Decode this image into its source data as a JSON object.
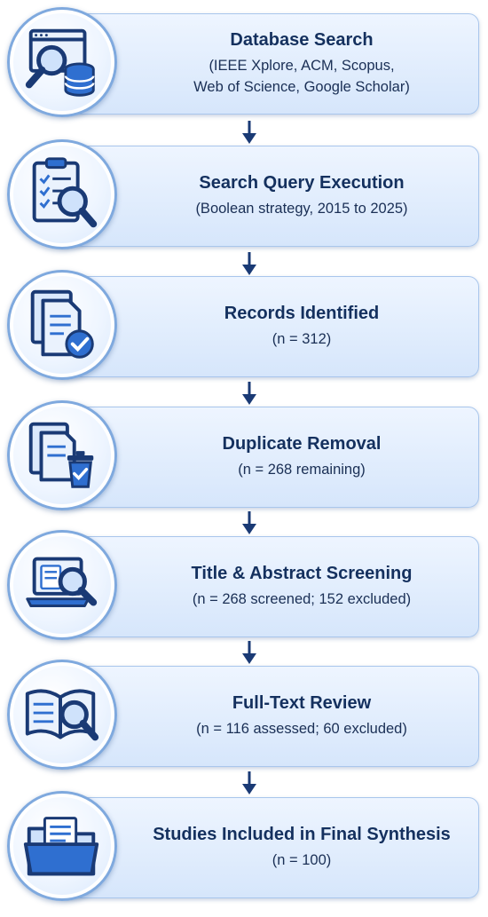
{
  "steps": [
    {
      "title": "Database Search",
      "lines": [
        "(IEEE Xplore, ACM, Scopus,",
        "Web of Science, Google Scholar)"
      ],
      "icon": "database-search-icon"
    },
    {
      "title": "Search Query Execution",
      "lines": [
        "(Boolean strategy, 2015 to 2025)"
      ],
      "icon": "clipboard-search-icon"
    },
    {
      "title": "Records Identified",
      "lines": [
        "(n = 312)"
      ],
      "icon": "documents-check-icon"
    },
    {
      "title": "Duplicate Removal",
      "lines": [
        "(n = 268 remaining)"
      ],
      "icon": "documents-trash-icon"
    },
    {
      "title": "Title & Abstract Screening",
      "lines": [
        "(n = 268 screened; 152 excluded)"
      ],
      "icon": "laptop-search-icon"
    },
    {
      "title": "Full-Text Review",
      "lines": [
        "(n = 116 assessed; 60 excluded)"
      ],
      "icon": "book-search-icon"
    },
    {
      "title": "Studies Included in Final Synthesis",
      "lines": [
        "(n = 100)"
      ],
      "icon": "folder-documents-icon"
    }
  ],
  "colors": {
    "accent": "#2f6fd0",
    "dark": "#1a3a75",
    "text": "#14305e"
  }
}
